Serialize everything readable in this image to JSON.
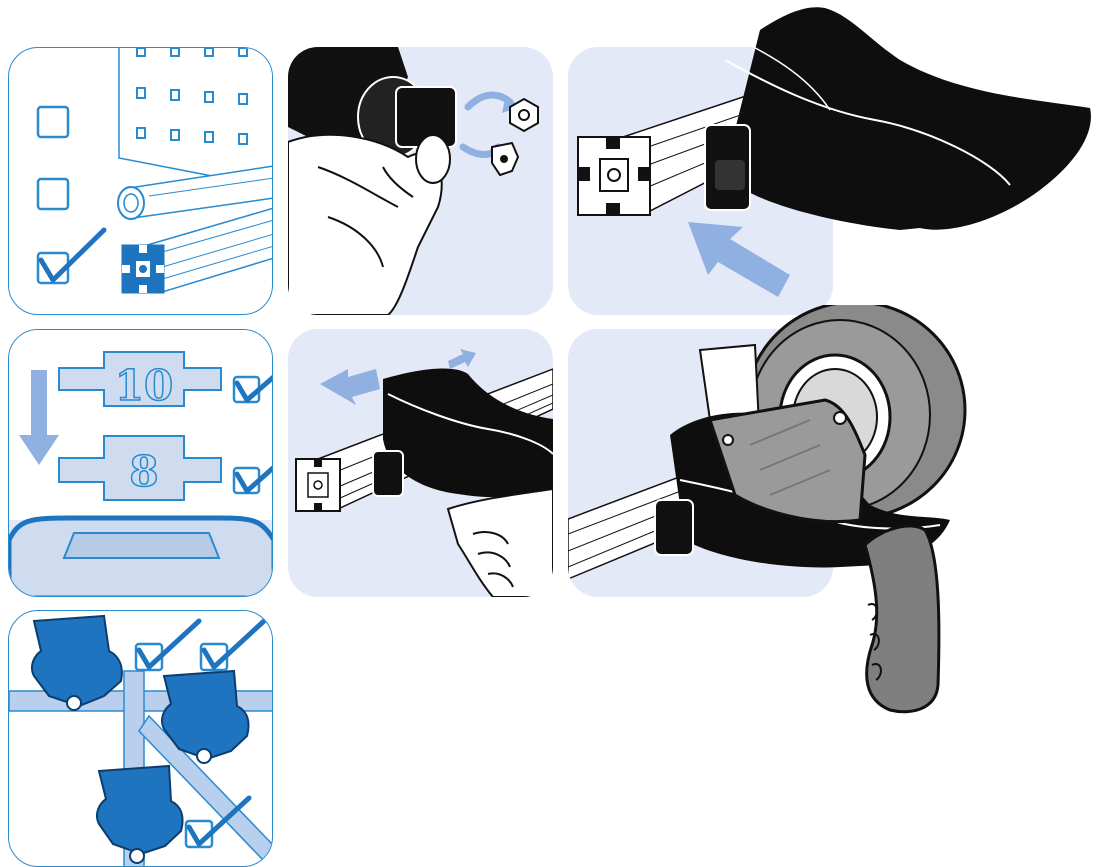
{
  "colors": {
    "frame_blue": "#2a8ad0",
    "panel_fill_light": "#e4e9f7",
    "accent_blue": "#1f74c0",
    "arrow_blue": "#8fb0e0",
    "profile_grey": "#d8dde6",
    "holder_black": "#111111",
    "handle_grey": "#7f7f7f"
  },
  "panels": [
    {
      "id": "profile-compatibility",
      "icons": [
        "pegboard",
        "round-tube",
        "aluminium-profile",
        "checkbox-empty",
        "checkbox-empty",
        "checkbox-checked"
      ]
    },
    {
      "id": "insert-nut",
      "icons": [
        "hand",
        "hex-nut",
        "t-nut",
        "curved-arrow"
      ]
    },
    {
      "id": "slide-holder-onto-profile",
      "icons": [
        "aluminium-profile",
        "tape-holder",
        "push-arrow"
      ]
    },
    {
      "id": "slot-size-selection",
      "labels": {
        "slot_large": "10",
        "slot_small": "8"
      },
      "icons": [
        "down-arrow",
        "checkbox-checked",
        "checkbox-checked",
        "slot-recess"
      ]
    },
    {
      "id": "position-holder-along-profile",
      "icons": [
        "hand",
        "tape-holder",
        "left-arrow",
        "right-arrow"
      ]
    },
    {
      "id": "tape-dispenser-mounted",
      "icons": [
        "tape-roll",
        "tape-dispenser",
        "aluminium-profile"
      ]
    },
    {
      "id": "mounting-orientations",
      "icons": [
        "tape-holder",
        "tape-holder",
        "tape-holder",
        "checkbox-checked",
        "checkbox-checked",
        "checkbox-checked"
      ]
    }
  ]
}
